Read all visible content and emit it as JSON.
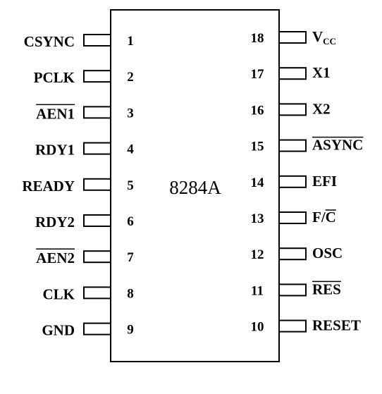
{
  "chip": {
    "label": "8284A",
    "pins_left": [
      {
        "num": "1",
        "name": "CSYNC"
      },
      {
        "num": "2",
        "name": "PCLK"
      },
      {
        "num": "3",
        "name": "AEN1",
        "overbar": true
      },
      {
        "num": "4",
        "name": "RDY1"
      },
      {
        "num": "5",
        "name": "READY"
      },
      {
        "num": "6",
        "name": "RDY2"
      },
      {
        "num": "7",
        "name": "AEN2",
        "overbar": true
      },
      {
        "num": "8",
        "name": "CLK"
      },
      {
        "num": "9",
        "name": "GND"
      }
    ],
    "pins_right": [
      {
        "num": "18",
        "name": "V",
        "sub": "CC"
      },
      {
        "num": "17",
        "name": "X1"
      },
      {
        "num": "16",
        "name": "X2"
      },
      {
        "num": "15",
        "name": "ASYNC",
        "overbar": true
      },
      {
        "num": "14",
        "name": "EFI"
      },
      {
        "num": "13",
        "name": "F/",
        "suffix": "C",
        "suffix_overbar": true
      },
      {
        "num": "12",
        "name": "OSC"
      },
      {
        "num": "11",
        "name": "RES",
        "overbar": true
      },
      {
        "num": "10",
        "name": "RESET"
      }
    ]
  }
}
